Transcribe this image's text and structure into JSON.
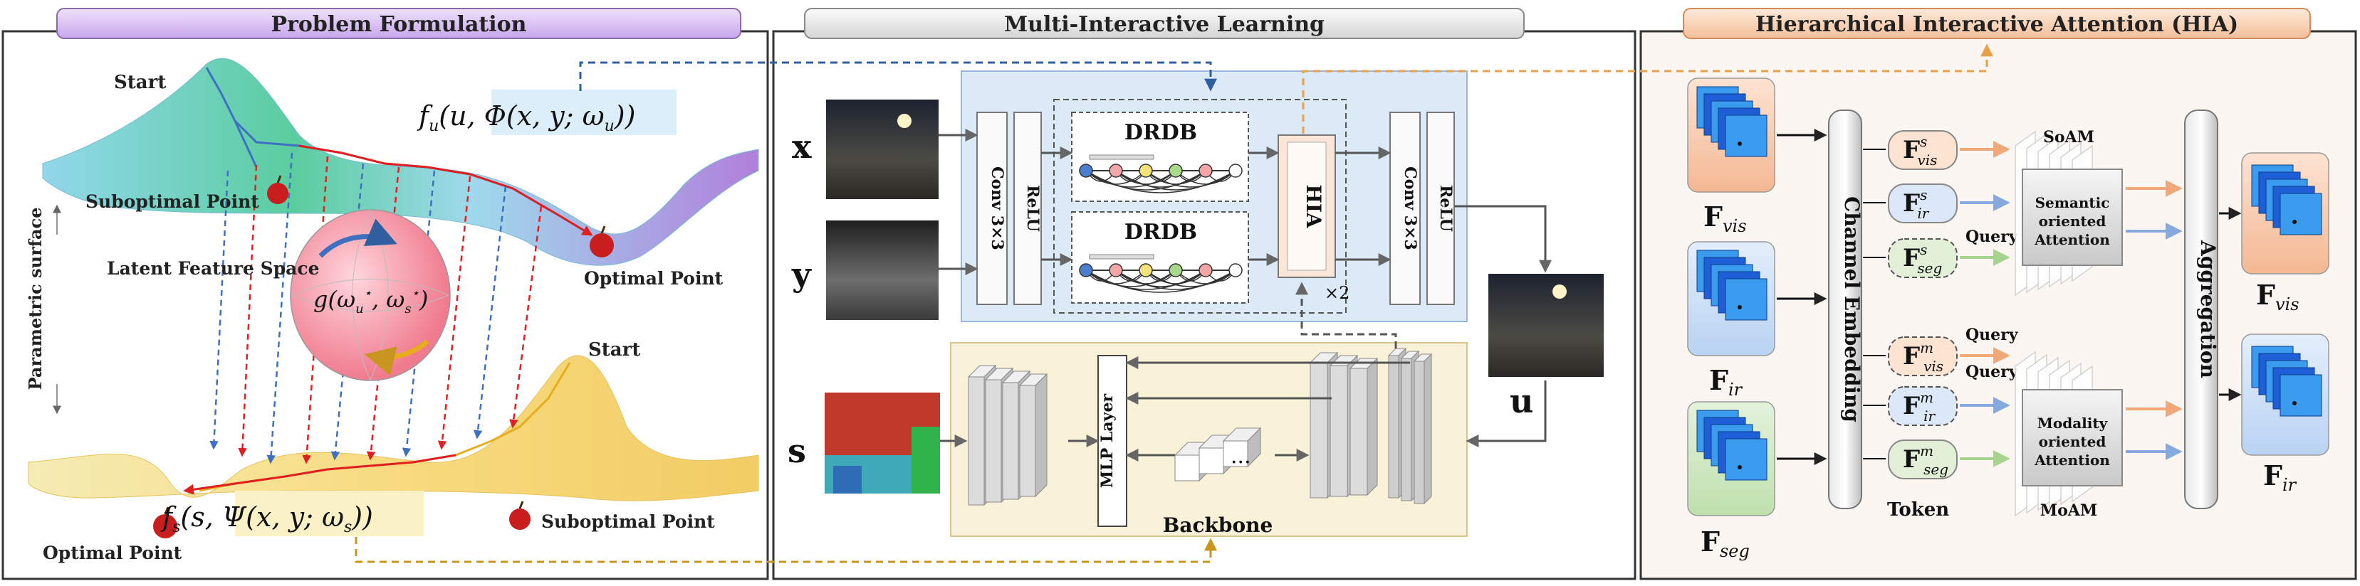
{
  "panels": {
    "problem": {
      "title": "Problem Formulation",
      "start_top": "Start",
      "start_bottom": "Start",
      "suboptimal_top": "Suboptimal Point",
      "suboptimal_bottom": "Suboptimal Point",
      "optimal_top": "Optimal Point",
      "optimal_bottom": "Optimal Point",
      "latent_label": "Latent Feature Space",
      "parametric_label": "Parametric surface",
      "fu_prefix": "f",
      "fu_sub": "u",
      "fu_body": "(u, Φ(x, y; ω",
      "fu_close": "))",
      "fs_prefix": "f",
      "fs_sub": "s",
      "fs_body": "(s, Ψ(x, y; ω",
      "fs_close": "))",
      "g_expr": "g(ω",
      "g_mid": ", ω",
      "g_close": ")",
      "sub_u": "u",
      "sub_s": "s",
      "star": "⋆"
    },
    "multi": {
      "title": "Multi-Interactive Learning",
      "x_label": "x",
      "y_label": "y",
      "s_label": "s",
      "u_label": "u",
      "conv_label": "Conv 3×3",
      "relu_label": "ReLU",
      "drdb_top": "DRDB",
      "drdb_bottom": "DRDB",
      "hia_label": "HIA",
      "times_two": "×2",
      "mlp_label": "MLP Layer",
      "backbone_label": "Backbone",
      "ellipsis": "···"
    },
    "hia": {
      "title": "Hierarchical Interactive Attention (HIA)",
      "f_vis": "F",
      "f_vis_sub": "vis",
      "f_ir_sub": "ir",
      "f_seg_sub": "seg",
      "channel_embedding": "Channel Embedding",
      "aggregation": "Aggregation",
      "soam": "SoAM",
      "moam": "MoAM",
      "token": "Token",
      "query": "Query",
      "semantic_attention": [
        "Semantic",
        "oriented",
        "Attention"
      ],
      "modality_attention": [
        "Modality",
        "oriented",
        "Attention"
      ],
      "tok_s": "s",
      "tok_m": "m"
    }
  },
  "colors": {
    "panel_header_purple": "#dcc6f2",
    "panel_header_gray": "#e6e6e6",
    "panel_header_orange": "#f8d8c0",
    "blue_box": "#dce9f7",
    "yellow_box": "#faf2d8",
    "hia_bg": "#fbf4ee",
    "dashed_blue": "#2f5f9e",
    "dashed_orange": "#e8a04a",
    "dashed_gold": "#c8961e"
  }
}
